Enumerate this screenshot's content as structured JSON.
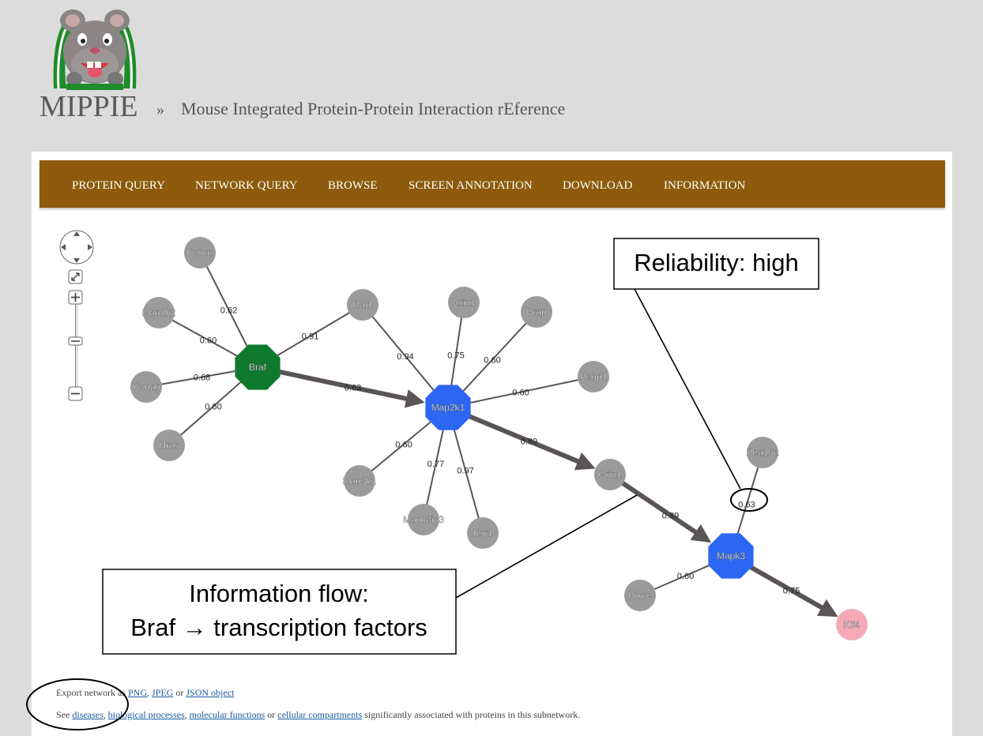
{
  "header": {
    "site_name": "MIPPIE",
    "separator": "»",
    "subtitle": "Mouse Integrated Protein-Protein Interaction rEference"
  },
  "nav": {
    "items": [
      "PROTEIN QUERY",
      "NETWORK QUERY",
      "BROWSE",
      "SCREEN ANNOTATION",
      "DOWNLOAD",
      "INFORMATION"
    ]
  },
  "colors": {
    "nav_bg": "#8e5a0c",
    "node_gray": "#9b9b9b",
    "node_green": "#0f7a2e",
    "node_blue": "#2c66f2",
    "node_pink": "#f4a9b5",
    "edge": "#5a5555"
  },
  "network": {
    "nodes": [
      {
        "id": "Braf",
        "type": "query",
        "color": "green"
      },
      {
        "id": "Map2k1",
        "type": "hub",
        "color": "blue"
      },
      {
        "id": "Mapk3",
        "type": "hub",
        "color": "blue"
      },
      {
        "id": "Klf4",
        "type": "target",
        "color": "pink"
      },
      {
        "id": "Ywhaz"
      },
      {
        "id": "Map2k2"
      },
      {
        "id": "Ywhah"
      },
      {
        "id": "Hras"
      },
      {
        "id": "Raf1"
      },
      {
        "id": "Axin1"
      },
      {
        "id": "Brap"
      },
      {
        "id": "Pebp1"
      },
      {
        "id": "Map3k1"
      },
      {
        "id": "Mapk8ip3"
      },
      {
        "id": "Ksr1"
      },
      {
        "id": "Grin1"
      },
      {
        "id": "Pea15a"
      },
      {
        "id": "Prkce"
      }
    ],
    "edges": [
      {
        "source": "Braf",
        "target": "Ywhaz",
        "score": "0.62"
      },
      {
        "source": "Braf",
        "target": "Map2k2",
        "score": "0.60"
      },
      {
        "source": "Braf",
        "target": "Ywhah",
        "score": "0.68"
      },
      {
        "source": "Braf",
        "target": "Hras",
        "score": "0.60"
      },
      {
        "source": "Braf",
        "target": "Raf1",
        "score": "0.91"
      },
      {
        "source": "Braf",
        "target": "Map2k1",
        "score": "0.63",
        "directed": true
      },
      {
        "source": "Raf1",
        "target": "Map2k1",
        "score": "0.94"
      },
      {
        "source": "Axin1",
        "target": "Map2k1",
        "score": "0.75"
      },
      {
        "source": "Brap",
        "target": "Map2k1",
        "score": "0.60"
      },
      {
        "source": "Pebp1",
        "target": "Map2k1",
        "score": "0.60"
      },
      {
        "source": "Map3k1",
        "target": "Map2k1",
        "score": "0.60"
      },
      {
        "source": "Mapk8ip3",
        "target": "Map2k1",
        "score": "0.77"
      },
      {
        "source": "Ksr1",
        "target": "Map2k1",
        "score": "0.97"
      },
      {
        "source": "Map2k1",
        "target": "Grin1",
        "score": "0.89",
        "directed": true
      },
      {
        "source": "Grin1",
        "target": "Mapk3",
        "score": "0.89",
        "directed": true
      },
      {
        "source": "Pea15a",
        "target": "Mapk3",
        "score": "0.63"
      },
      {
        "source": "Prkce",
        "target": "Mapk3",
        "score": "0.60"
      },
      {
        "source": "Mapk3",
        "target": "Klf4",
        "score": "0.75",
        "directed": true
      }
    ]
  },
  "annotations": {
    "reliability": "Reliability: high",
    "flow_line1": "Information flow:",
    "flow_line2": "Braf → transcription factors"
  },
  "footer": {
    "export_prefix": "Export network as ",
    "png": "PNG",
    "comma1": ", ",
    "jpeg": "JPEG",
    "or1": " or ",
    "json": "JSON object",
    "see_prefix": "See ",
    "diseases": "diseases",
    "comma2": ", ",
    "bio_processes": "biological processes",
    "comma3": ", ",
    "mol_functions": "molecular functions",
    "or2": " or ",
    "cell_compartments": "cellular compartments",
    "see_suffix": " significantly associated with proteins in this subnetwork."
  }
}
